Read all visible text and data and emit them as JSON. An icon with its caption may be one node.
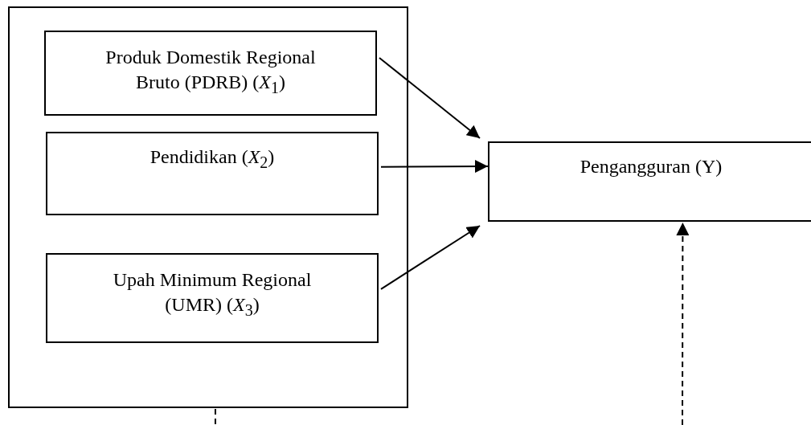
{
  "diagram": {
    "nodes": [
      {
        "text": [],
        "shape": "box"
      },
      {
        "text": [
          "Produk Domestik Regional Bruto (PDRB) (*X*$_{1}$)"
        ],
        "in": 0
      },
      {
        "text": [
          "Pendidikan (*X*$_{2}$)"
        ],
        "in": 0
      },
      {
        "text": [
          "Upah Minimum Regional (UMR) (*X*$_{3}$)"
        ],
        "in": 0
      },
      {
        "text": [
          "Pengangguran (Y)"
        ]
      }
    ],
    "edges": [
      {
        "from": 1,
        "to": 4,
        "arrow": "to"
      },
      {
        "from": 2,
        "to": 4,
        "arrow": "to"
      },
      {
        "from": 3,
        "to": 4,
        "arrow": "to"
      },
      {
        "from": 0,
        "to": null,
        "arrow": "none",
        "style": "dashed"
      },
      {
        "from": null,
        "to": 4,
        "arrow": "to",
        "style": "dashed"
      }
    ]
  }
}
